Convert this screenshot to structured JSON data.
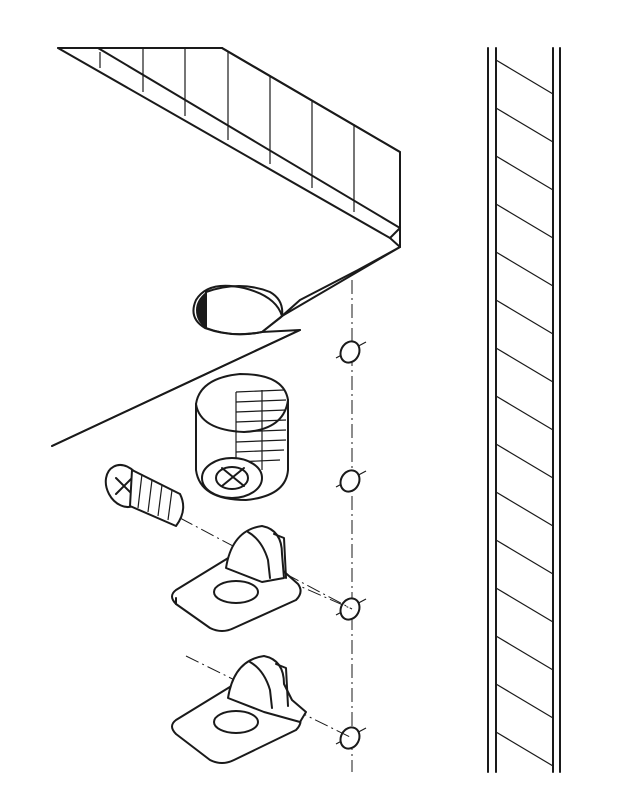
{
  "diagram": {
    "type": "assembly-diagram",
    "parts": [
      "panel",
      "side-wall",
      "cam-housing",
      "screw",
      "connector-plate",
      "connector-plate",
      "dowel",
      "dowel",
      "dowel",
      "dowel"
    ],
    "stroke_color": "#1a1a1a",
    "background_color": "#ffffff"
  }
}
